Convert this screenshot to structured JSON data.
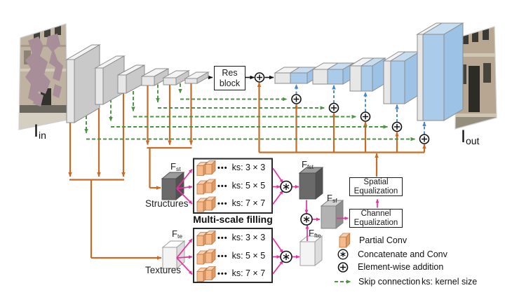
{
  "figure": {
    "type": "inpainting-network-architecture-diagram",
    "io": {
      "input_label": {
        "base": "I",
        "sub": "in"
      },
      "output_label": {
        "base": "I",
        "sub": "out"
      }
    },
    "res_block": {
      "line1": "Res",
      "line2": "block"
    },
    "branches": {
      "structures": {
        "label": "Structures",
        "feature": {
          "base": "F",
          "sub": "st"
        },
        "filled_feature": {
          "base": "F",
          "sub": "fst"
        }
      },
      "textures": {
        "label": "Textures",
        "feature": {
          "base": "F",
          "sub": "te"
        },
        "filled_feature": {
          "base": "F",
          "sub": "fte"
        }
      },
      "merged_feature": {
        "base": "F",
        "sub": "sf"
      }
    },
    "multiscale": {
      "title": "Multi-scale filling",
      "dots": "•••",
      "rows": [
        {
          "ks": "ks: 3 × 3"
        },
        {
          "ks": "ks: 5 × 5"
        },
        {
          "ks": "ks: 7 × 7"
        }
      ]
    },
    "equalization": {
      "spatial": {
        "line1": "Spatial",
        "line2": "Equalization"
      },
      "channel": {
        "line1": "Channel",
        "line2": "Equalization"
      }
    },
    "legend": {
      "partial_conv": "Partial Conv",
      "concatenate_conv": "Concatenate and Conv",
      "elementwise_addition": "Element-wise addition",
      "skip_connection": "Skip connection",
      "kernel_note": "ks: kernel size"
    },
    "icons": {
      "concatenate": "circled-asterisk",
      "addition": "circled-plus"
    },
    "colors": {
      "feature_flow_orange": "#c96a25",
      "skip_connection_green": "#4a9443",
      "decoder_upsample_blue": "#4a86c8",
      "attention_magenta": "#e8309f",
      "encoder_gray": "#e7e7e7",
      "decoder_blue": "#aacbe9",
      "partial_conv_peach": "#f5b98c",
      "structure_feature_dark": "#6a6a6a",
      "texture_feature_light": "#f4f4f4",
      "merged_feature_gray": "#b2b2b2"
    }
  }
}
